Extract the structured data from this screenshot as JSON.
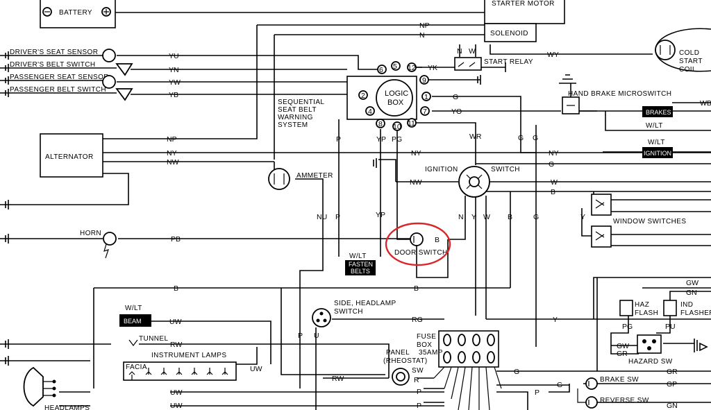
{
  "components": {
    "battery": "BATTERY",
    "starter_motor": "STARTER MOTOR",
    "solenoid": "SOLENOID",
    "starter_relay": "START RELAY",
    "cold_start_coil": [
      "COLD",
      "START",
      "COIL"
    ],
    "drivers_seat_sensor": "DRIVER'S SEAT SENSOR",
    "drivers_belt_switch": "DRIVER'S BELT SWITCH",
    "passenger_seat_sensor": "PASSENGER SEAT SENSOR",
    "passenger_belt_switch": "PASSENGER BELT SWITCH",
    "logic_box": [
      "LOGIC",
      "BOX"
    ],
    "seat_belt_system": [
      "SEQUENTIAL",
      "SEAT BELT",
      "WARNING",
      "SYSTEM"
    ],
    "hand_brake_microswitch": "HAND BRAKE MICROSWITCH",
    "brakes_lamp": "BRAKES",
    "brakes_lamp_color": "W/LT",
    "ignition_lamp": "IGNITION",
    "ignition_lamp_color": "W/LT",
    "alternator": "ALTERNATOR",
    "ammeter": "AMMETER",
    "ignition_switch_left": "IGNITION",
    "ignition_switch_right": "SWITCH",
    "window_switches": "WINDOW SWITCHES",
    "horn": "HORN",
    "door_switch": "DOOR SWITCH",
    "fasten_belts_color": "W/LT",
    "fasten_belts": [
      "FASTEN",
      "BELTS"
    ],
    "beam_color": "W/LT",
    "beam": "BEAM",
    "side_headlamp_switch": [
      "SIDE, HEADLAMP",
      "SWITCH"
    ],
    "tunnel": "TUNNEL",
    "instrument_lamps": "INSTRUMENT LAMPS",
    "facia": "FACIA",
    "fuse_box": [
      "FUSE",
      "BOX"
    ],
    "fuse_rating": "35AMP",
    "panel_sw": [
      "PANEL",
      "(RHEOSTAT)",
      "SW"
    ],
    "haz_flash": [
      "HAZ",
      "FLASH"
    ],
    "ind_flasher": [
      "IND",
      "FLASHER"
    ],
    "hazard_sw": "HAZARD SW",
    "brake_sw": "BRAKE SW",
    "reverse_sw": "REVERSE SW",
    "headlamps": "HEADLAMPS"
  },
  "logic_pins": [
    "6",
    "5",
    "12",
    "9",
    "1",
    "7",
    "11",
    "2",
    "4",
    "8",
    "10"
  ],
  "wires": {
    "NP": "NP",
    "N": "N",
    "WY": "WY",
    "YK": "YK",
    "G": "G",
    "YO": "YO",
    "YU": "YU",
    "YN": "YN",
    "YW": "YW",
    "YB": "YB",
    "NY": "NY",
    "NW": "NW",
    "WR": "WR",
    "W": "W",
    "B": "B",
    "WB": "WB",
    "P": "P",
    "PG": "PG",
    "YP": "YP",
    "NU": "NU",
    "Y": "Y",
    "PB": "PB",
    "UW": "UW",
    "RW": "RW",
    "RG": "RG",
    "R": "R",
    "GW": "GW",
    "GN": "GN",
    "GR": "GR",
    "GP": "GP",
    "PU": "PU",
    "U": "U"
  },
  "highlight_color": "#d9262b"
}
